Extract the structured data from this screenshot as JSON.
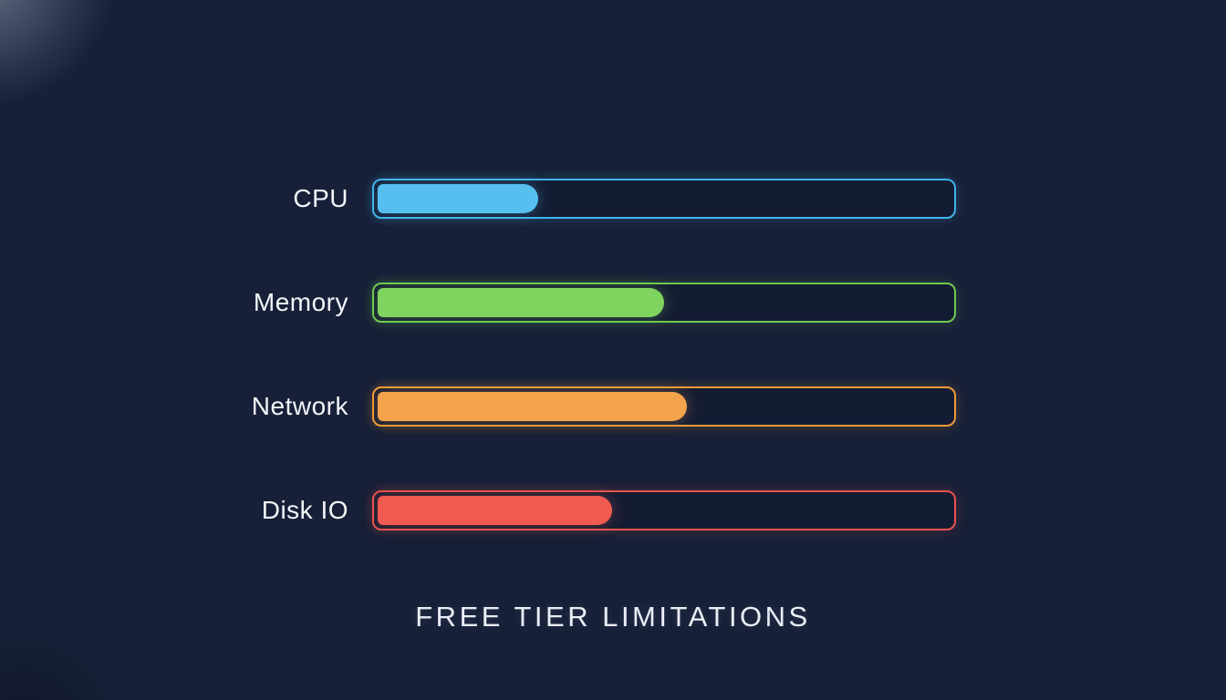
{
  "background_color": "#172038",
  "chart_data": {
    "type": "bar",
    "orientation": "horizontal",
    "title": "FREE TIER LIMITATIONS",
    "categories": [
      "CPU",
      "Memory",
      "Network",
      "Disk IO"
    ],
    "values": [
      28,
      50,
      54,
      41
    ],
    "value_unit": "percent of bar track filled (no numeric labels shown)",
    "xlim": [
      0,
      100
    ],
    "grid": false,
    "legend": false,
    "axis_ticks": false,
    "colors": [
      {
        "name": "blue",
        "fill": "#56BFF0",
        "border": "#3FB3EA"
      },
      {
        "name": "green",
        "fill": "#7FD35E",
        "border": "#6FC94E"
      },
      {
        "name": "orange",
        "fill": "#F4A44A",
        "border": "#EE9A38"
      },
      {
        "name": "red",
        "fill": "#EF5B50",
        "border": "#E8534A"
      }
    ],
    "label_color": "#F3F5F9",
    "title_color": "#E9EDF5"
  }
}
